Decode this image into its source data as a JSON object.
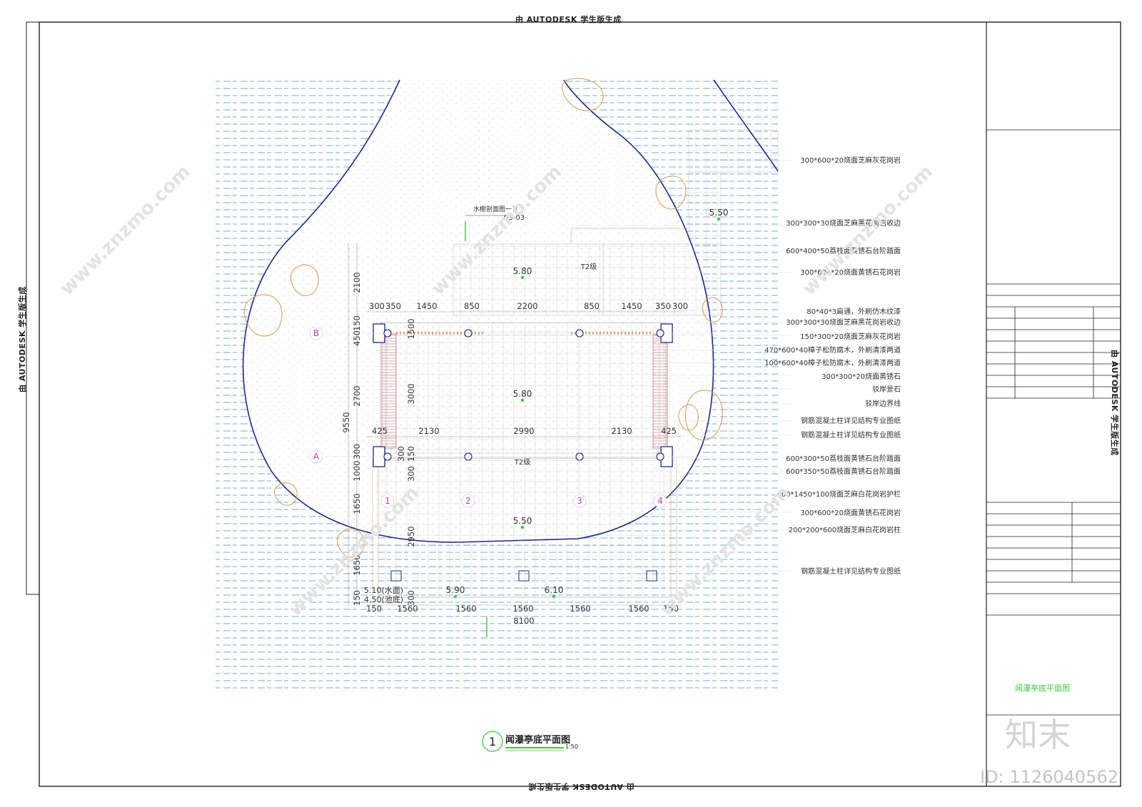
{
  "stamps": {
    "top": "由 AUTODESK 学生版生成",
    "bottom": "由 AUTODESK 学生版生成",
    "left": "由 AUTODESK 学生版生成",
    "right": "由 AUTODESK 学生版生成"
  },
  "drawing": {
    "title": "闻瀑亭底平面图",
    "scale": "1:50",
    "number": "1",
    "section_ref": {
      "label": "水榭剖面图一",
      "num": "3",
      "sheet": "03-03"
    }
  },
  "title_block": {
    "sheet_title": "闻瀑亭底平面图",
    "logo": "知末",
    "id": "ID: 1126040562"
  },
  "watermark": "www.znzmo.com",
  "axes": {
    "rows": [
      "B",
      "A"
    ],
    "cols": [
      "1",
      "2",
      "3",
      "4"
    ]
  },
  "dims": {
    "top_row": [
      "300",
      "350",
      "1450",
      "850",
      "2200",
      "850",
      "1450",
      "350",
      "300"
    ],
    "mid_row": [
      "425",
      "2130",
      "2990",
      "2130",
      "425"
    ],
    "bottom_row": [
      "150",
      "1560",
      "1560",
      "1560",
      "1560",
      "1560",
      "150"
    ],
    "bottom_total": "8100",
    "left_outer": [
      "2100",
      "150",
      "450",
      "2700",
      "300",
      "1000",
      "1650",
      "1650",
      "150"
    ],
    "left_total": "9550",
    "inner_v": [
      "1500",
      "3000",
      "150",
      "300",
      "300",
      "2950",
      "300"
    ]
  },
  "levels": [
    "5.80",
    "5.80",
    "5.50",
    "5.50",
    "5.90",
    "6.10"
  ],
  "level_tags": [
    "T2级",
    "T2级"
  ],
  "water_levels": [
    "5.10(水面)",
    "4.50(池底)"
  ],
  "annotations": [
    "300*600*20烧面芝麻灰花岗岩",
    "300*300*30烧面芝麻黑花岗岩收边",
    "600*400*50荔枝面黄锈石台阶踏面",
    "300*600*20烧面黄锈石花岗岩",
    "80*40*3扁通，外刷仿木纹漆",
    "300*300*30烧面芝麻黑花岗岩收边",
    "150*300*20烧面芝麻灰花岗岩",
    "470*600*40樟子松防腐木，外刷清漆两道",
    "100*600*40樟子松防腐木，外刷清漆两道",
    "300*300*20烧面黄锈石",
    "驳岸景石",
    "驳岸边界线",
    "钢筋混凝土柱详见结构专业图纸",
    "钢筋混凝土柱详见结构专业图纸",
    "600*300*50荔枝面黄锈石台阶踏面",
    "600*350*50荔枝面黄锈石台阶踏面",
    "400*1450*100烧面芝麻白花岗岩护栏",
    "300*600*20烧面黄锈石花岗岩",
    "200*200*600烧面芝麻白花岗岩柱",
    "钢筋混凝土柱详见结构专业图纸"
  ],
  "colors": {
    "shore": "#1c2a8a",
    "stone": "#d9a15a",
    "water": "#4f97d6",
    "axis": "#c43cb3",
    "green": "#3ccb3c"
  }
}
